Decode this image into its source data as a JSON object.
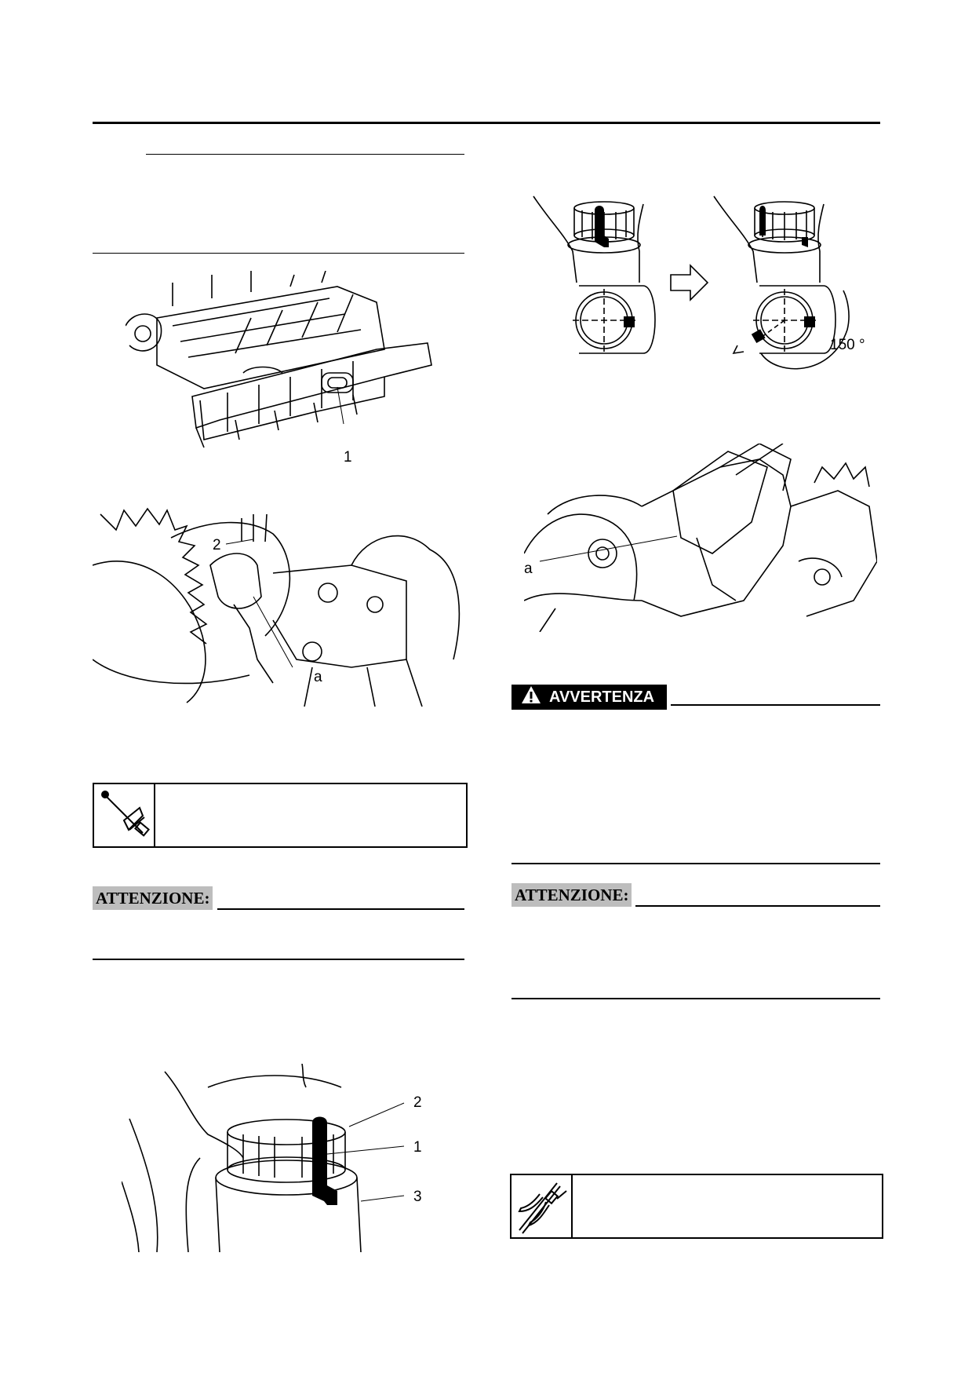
{
  "labels": {
    "fig_rail": {
      "n1": "1"
    },
    "fig_gear": {
      "n2": "2",
      "a": "a"
    },
    "fig_cap": {
      "n1": "1",
      "n2": "2",
      "n3": "3"
    },
    "fig_rotation": {
      "angle": "150 °"
    },
    "fig_rod": {
      "a": "a"
    }
  },
  "warning": {
    "label": "AVVERTENZA"
  },
  "caution_left": {
    "label": "ATTENZIONE:"
  },
  "caution_right": {
    "label": "ATTENZIONE:"
  },
  "icons": {
    "torque_box": "torque-wrench-icon",
    "measure_box": "caliper-icon",
    "warning": "warning-triangle-icon"
  },
  "colors": {
    "caution_bg": "#bdbdbd",
    "warning_bg": "#000000"
  }
}
